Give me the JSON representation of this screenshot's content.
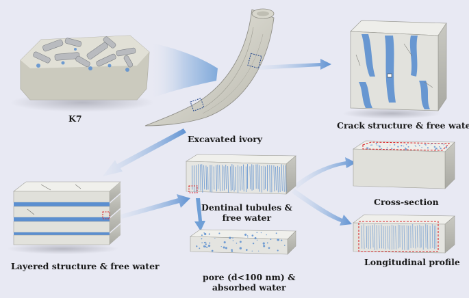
{
  "labels": {
    "k7": "K7",
    "excavated_ivory": "Excavated ivory",
    "crack_structure": "Crack structure & free water",
    "layered_structure": "Layered structure & free water",
    "dentinal_tubules_line1": "Dentinal tubules &",
    "dentinal_tubules_line2": "free water",
    "pore_line1": "pore (d<100 nm) &",
    "pore_line2": "absorbed water",
    "cross_section": "Cross-section",
    "longitudinal_profile": "Longitudinal profile"
  },
  "colors": {
    "background": "#e8e9f3",
    "arrow_blue": "#6f9fd6",
    "water_blue": "#5b8fd0",
    "bone_grey": "#d4d4cc",
    "highlight_red": "#d9262b"
  }
}
